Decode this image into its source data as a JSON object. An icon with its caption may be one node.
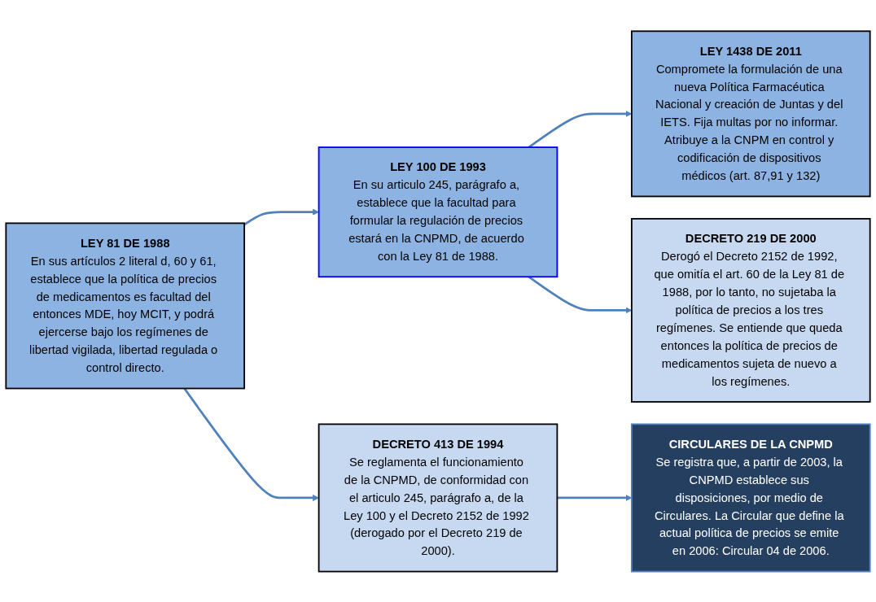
{
  "diagram": {
    "nodes": [
      {
        "text": [
          "LEY 81 DE 1988",
          "En sus artículos 2 literal d, 60 y 61, establece que la política de precios de medicamentos es facultad del entonces MDE, hoy MCIT, y podrá ejercerse bajo los regímenes de libertad vigilada, libertad regulada o control directo."
        ]
      },
      {
        "text": [
          "LEY 100 DE 1993",
          "En su articulo 245, parágrafo a, establece que la facultad para formular la regulación de precios estará en la CNPMD, de acuerdo con la Ley 81 de 1988."
        ]
      },
      {
        "text": [
          "LEY 1438 DE 2011",
          "Compromete la formulación de una nueva Política Farmacéutica Nacional y creación de Juntas y del IETS. Fija multas por no informar. Atribuye a la CNPM en control y codificación de dispositivos médicos (art. 87,91 y 132)"
        ]
      },
      {
        "text": [
          "DECRETO 413 DE 1994",
          "Se reglamenta el funcionamiento de la CNPMD, de conformidad con el articulo 245, parágrafo a, de la Ley 100 y el Decreto 2152 de 1992 (derogado por el Decreto 219 de 2000)."
        ]
      },
      {
        "text": [
          "DECRETO 219 DE 2000",
          "Derogó el Decreto 2152 de 1992, que omitía el art. 60 de la Ley 81 de 1988, por lo tanto, no sujetaba la política de precios a los tres regímenes. Se entiende que queda entonces la política de precios de medicamentos sujeta de nuevo a los regímenes."
        ]
      },
      {
        "text": [
          "CIRCULARES DE LA CNPMD",
          "Se registra que, a partir de 2003, la CNPMD establece sus disposiciones, por medio de Circulares. La Circular que define la actual política de precios se emite en 2006: Circular 04 de 2006."
        ]
      }
    ],
    "edges": [
      {
        "from": 0,
        "to": 1,
        "arrow": "to"
      },
      {
        "from": 1,
        "to": 2,
        "arrow": "to"
      },
      {
        "from": 0,
        "to": 3,
        "arrow": "to"
      },
      {
        "from": 1,
        "to": 4,
        "arrow": "to"
      },
      {
        "from": 3,
        "to": 5,
        "arrow": "to"
      }
    ]
  }
}
